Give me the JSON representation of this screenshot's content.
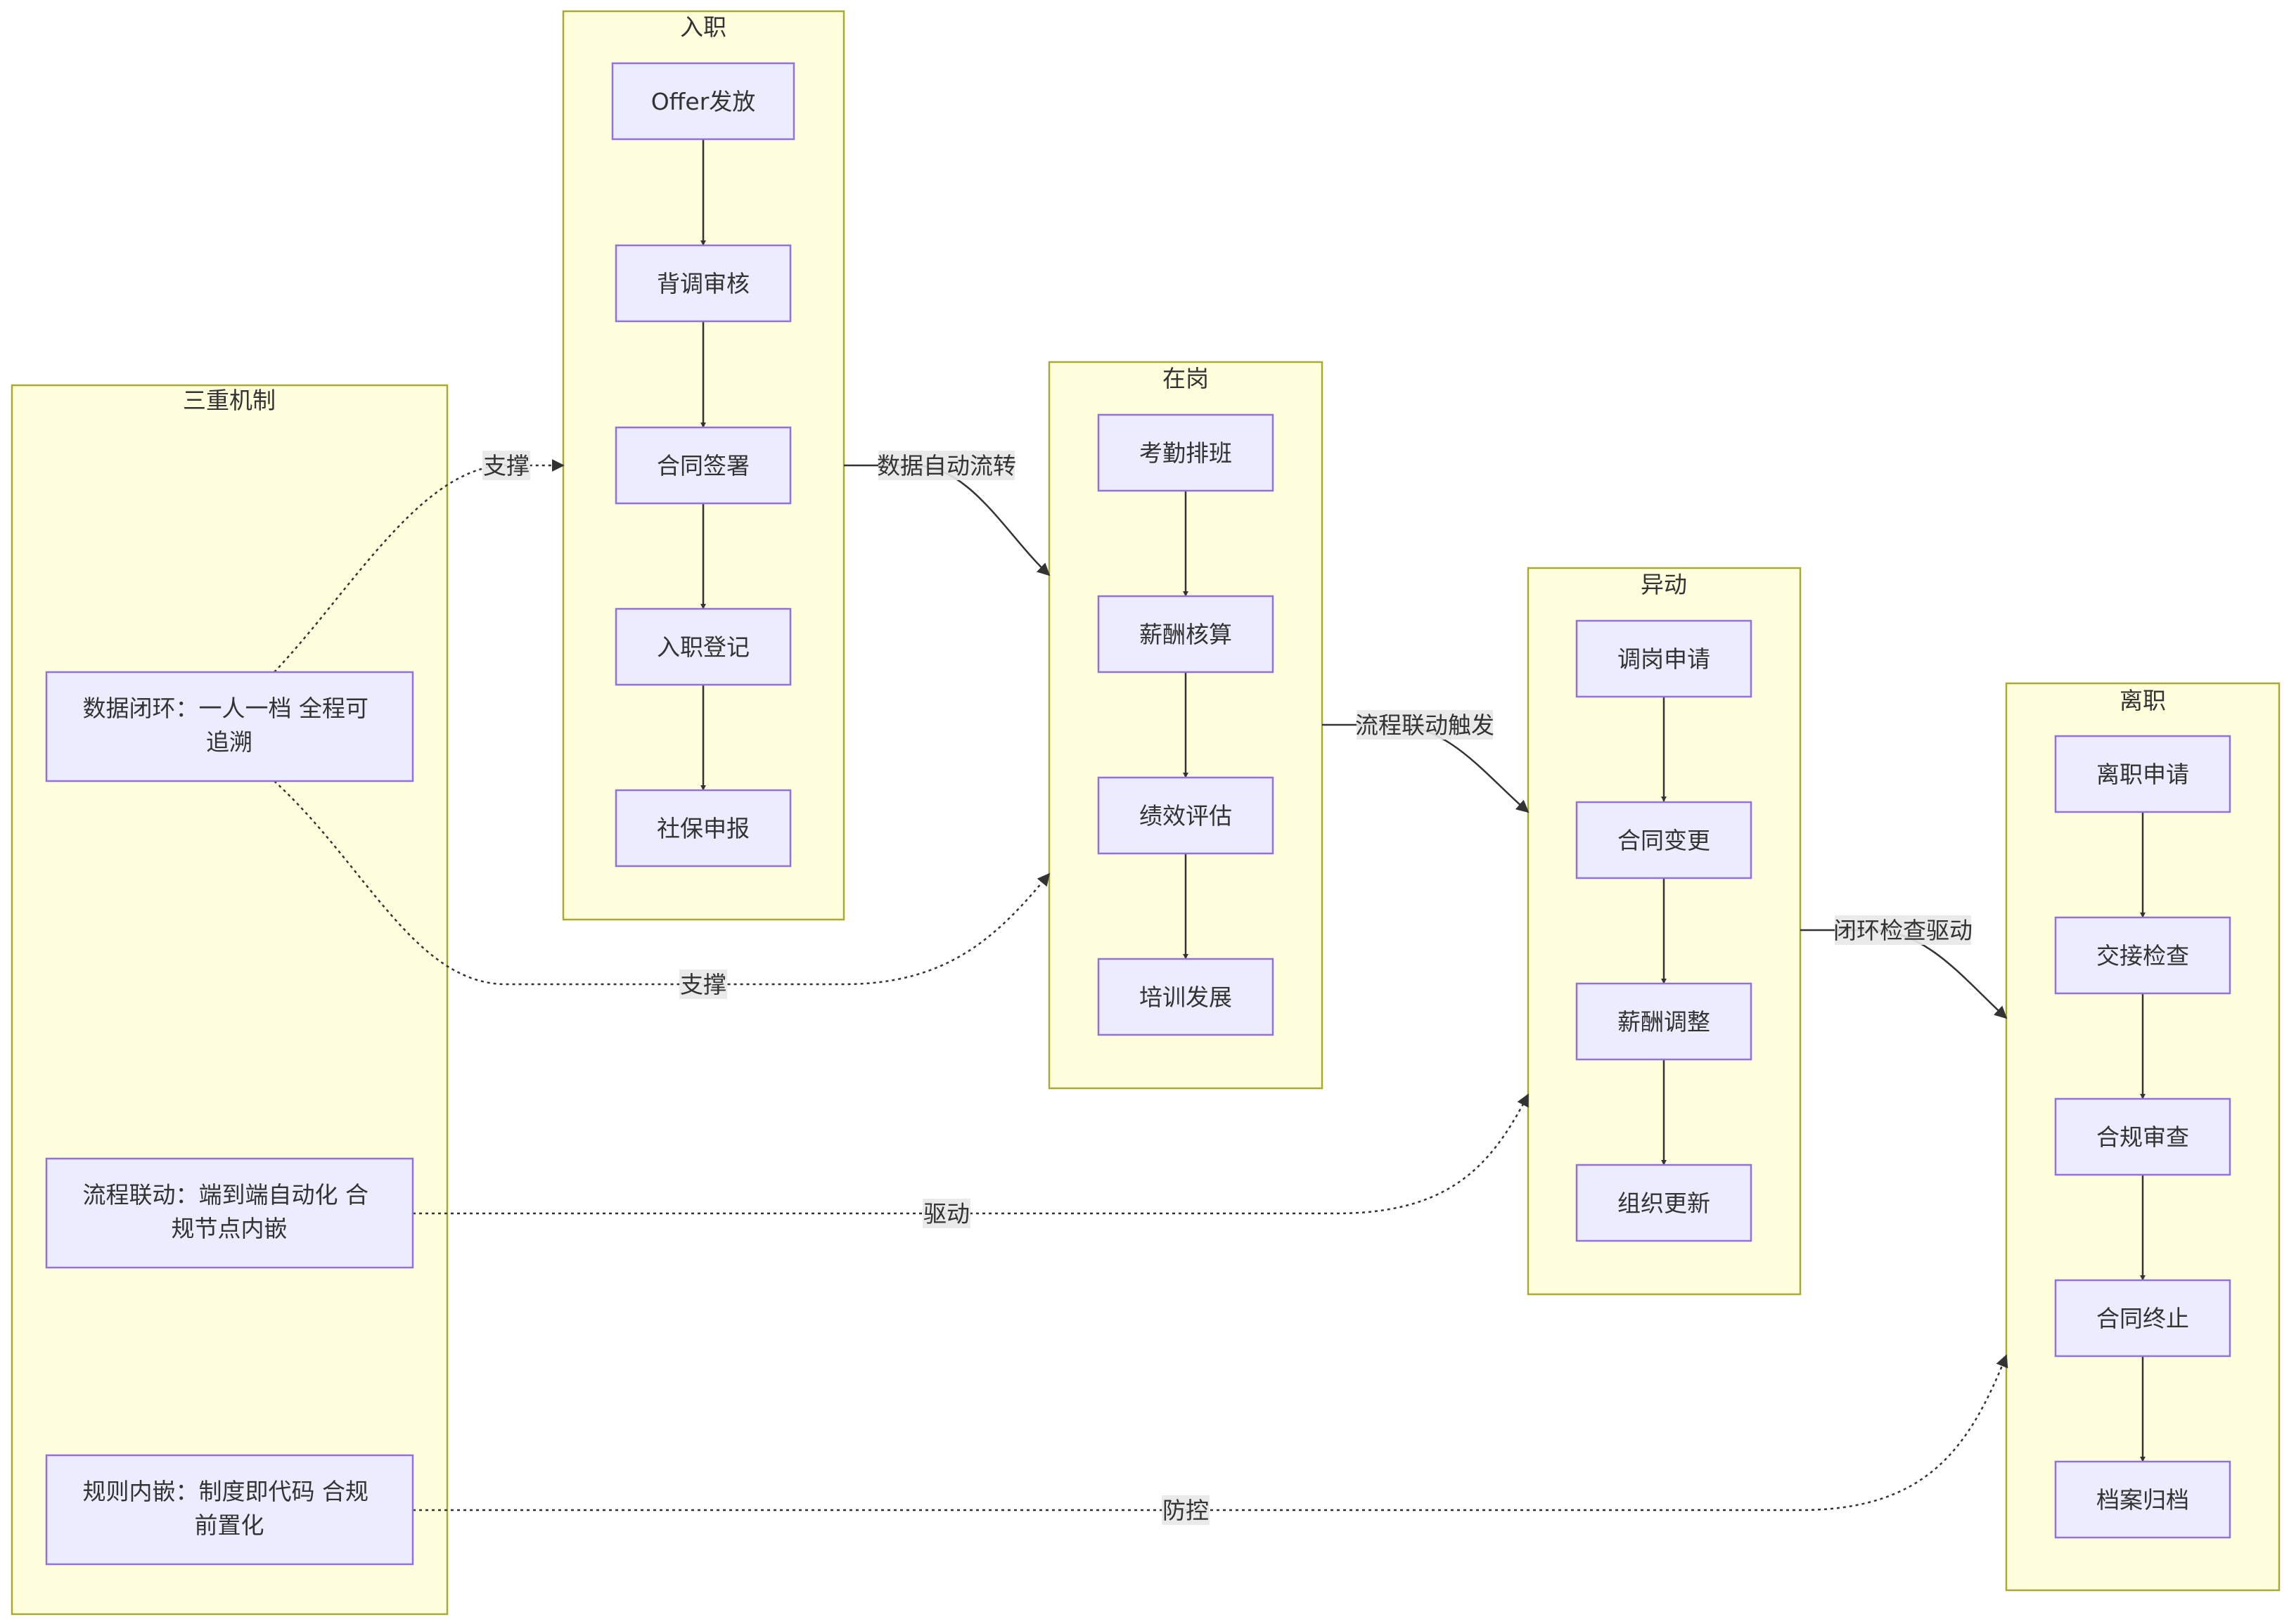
{
  "clusters": {
    "mechanisms": {
      "title": "三重机制"
    },
    "onboard": {
      "title": "入职"
    },
    "inservice": {
      "title": "在岗"
    },
    "change": {
      "title": "异动"
    },
    "offboard": {
      "title": "离职"
    }
  },
  "nodes": {
    "data_loop": [
      "数据闭环：一人一档 全程可",
      "追溯"
    ],
    "process_link": [
      "流程联动：端到端自动化 合",
      "规节点内嵌"
    ],
    "rule_embed": [
      "规则内嵌：制度即代码 合规",
      "前置化"
    ],
    "offer": "Offer发放",
    "background": "背调审核",
    "contract_sign": "合同签署",
    "registration": "入职登记",
    "social_security": "社保申报",
    "attendance": "考勤排班",
    "payroll": "薪酬核算",
    "performance": "绩效评估",
    "training": "培训发展",
    "transfer_apply": "调岗申请",
    "contract_change": "合同变更",
    "salary_adjust": "薪酬调整",
    "org_update": "组织更新",
    "resign_apply": "离职申请",
    "handover": "交接检查",
    "compliance": "合规审查",
    "contract_end": "合同终止",
    "archive": "档案归档"
  },
  "edges": {
    "support_1": "支撑",
    "support_2": "支撑",
    "drive": "驱动",
    "control": "防控",
    "auto_flow": "数据自动流转",
    "trigger": "流程联动触发",
    "loop_check": "闭环检查驱动"
  },
  "colors": {
    "cluster_fill": "#ffffde",
    "cluster_stroke": "#aaaa33",
    "node_fill": "#ececff",
    "node_stroke": "#9370db",
    "edge": "#333333"
  }
}
